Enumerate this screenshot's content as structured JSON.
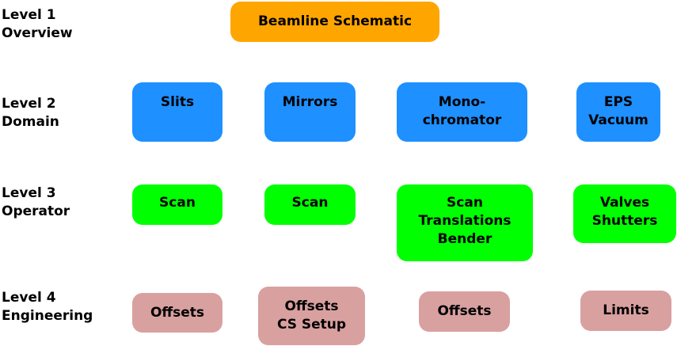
{
  "colors": {
    "level1": "#ffa500",
    "level2": "#1e90ff",
    "level3": "#00ff00",
    "level4": "#d9a0a0"
  },
  "levels": [
    {
      "name": "Level 1",
      "role": "Overview"
    },
    {
      "name": "Level 2",
      "role": "Domain"
    },
    {
      "name": "Level 3",
      "role": "Operator"
    },
    {
      "name": "Level 4",
      "role": "Engineering"
    }
  ],
  "level1": {
    "boxes": [
      {
        "lines": [
          "Beamline Schematic"
        ]
      }
    ]
  },
  "level2": {
    "boxes": [
      {
        "lines": [
          "Slits"
        ]
      },
      {
        "lines": [
          "Mirrors"
        ]
      },
      {
        "lines": [
          "Mono-",
          "chromator"
        ]
      },
      {
        "lines": [
          "EPS",
          "Vacuum"
        ]
      }
    ]
  },
  "level3": {
    "boxes": [
      {
        "lines": [
          "Scan"
        ]
      },
      {
        "lines": [
          "Scan"
        ]
      },
      {
        "lines": [
          "Scan",
          "Translations",
          "Bender"
        ]
      },
      {
        "lines": [
          "Valves",
          "Shutters"
        ]
      }
    ]
  },
  "level4": {
    "boxes": [
      {
        "lines": [
          "Offsets"
        ]
      },
      {
        "lines": [
          "Offsets",
          "CS Setup"
        ]
      },
      {
        "lines": [
          "Offsets"
        ]
      },
      {
        "lines": [
          "Limits"
        ]
      }
    ]
  }
}
